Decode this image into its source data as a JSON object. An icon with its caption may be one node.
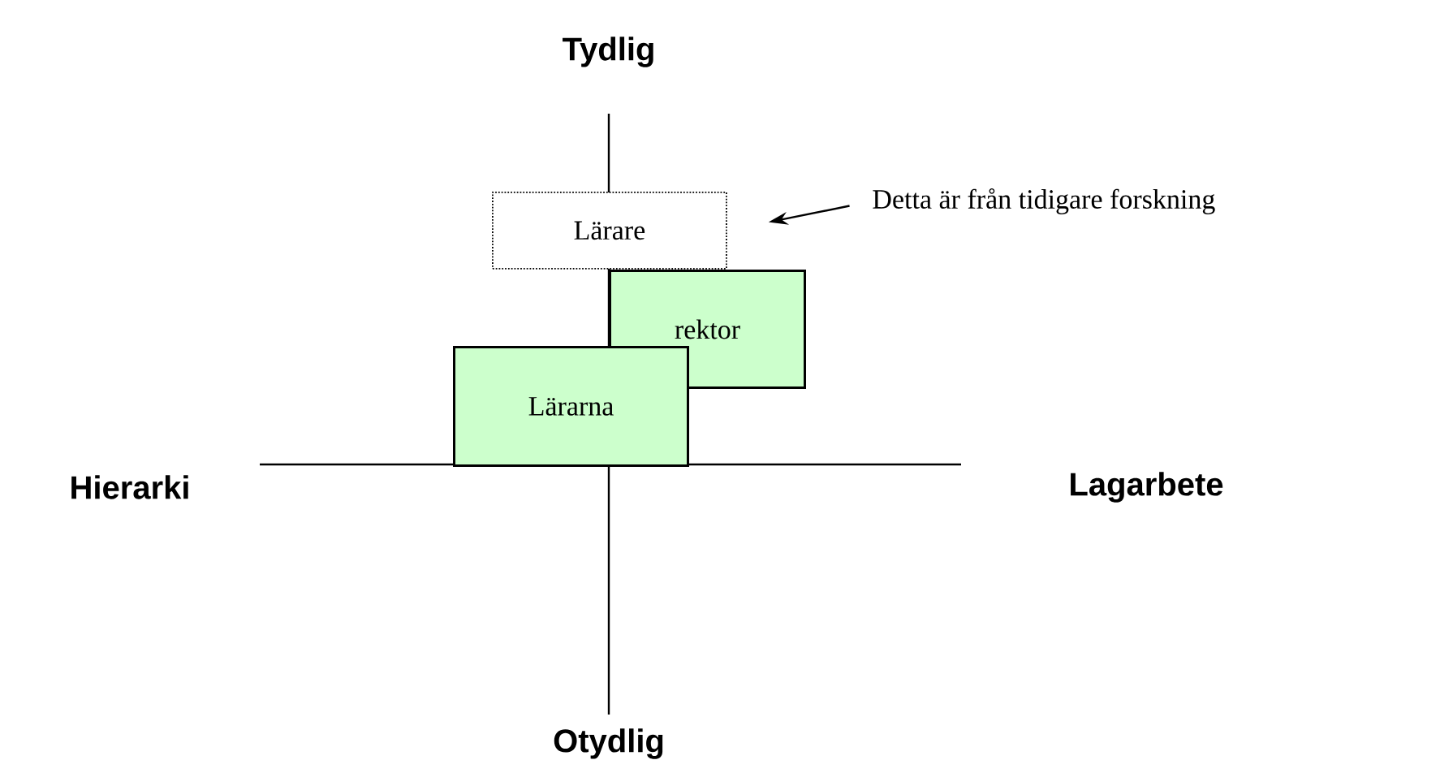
{
  "diagram": {
    "nodes": [
      {
        "text": [
          "Lärare"
        ]
      },
      {
        "text": [
          "rektor"
        ]
      },
      {
        "text": [
          "Lärarna"
        ]
      },
      {
        "text": [
          "Detta är från tidigare forskning"
        ]
      }
    ],
    "edges": [
      {
        "from": 3,
        "to": 0,
        "arrow": "to"
      }
    ],
    "labels": [
      "Tydlig",
      "Hierarki",
      "Lagarbete",
      "Otydlig"
    ]
  }
}
